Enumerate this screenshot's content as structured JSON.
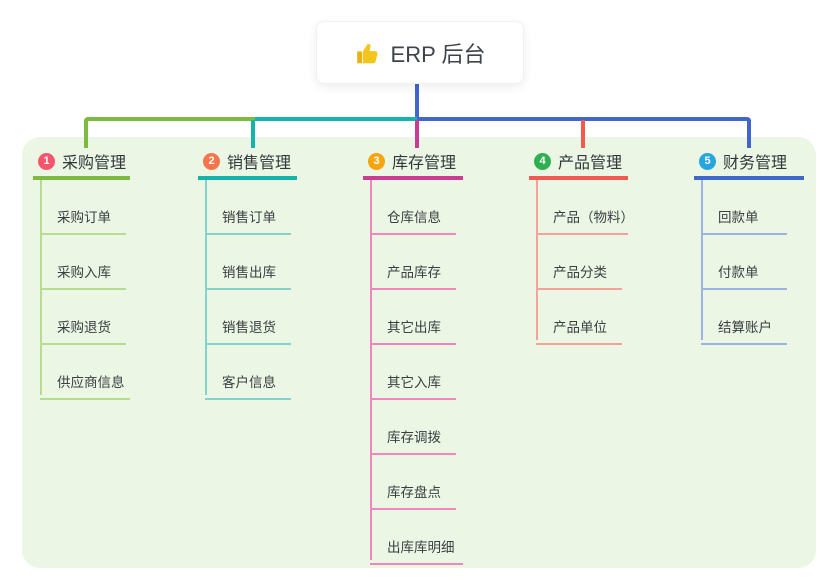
{
  "title": {
    "label": "ERP 后台",
    "icon": "thumbs-up-icon"
  },
  "branches": [
    {
      "badge": "1",
      "label": "采购管理",
      "line_color": "#7cbb3f",
      "child_line_color": "#b8dc8e",
      "badge_color": "#f5566d",
      "children": [
        "采购订单",
        "采购入库",
        "采购退货",
        "供应商信息"
      ]
    },
    {
      "badge": "2",
      "label": "销售管理",
      "line_color": "#14b3ac",
      "child_line_color": "#82d3cd",
      "badge_color": "#f5764d",
      "children": [
        "销售订单",
        "销售出库",
        "销售退货",
        "客户信息"
      ]
    },
    {
      "badge": "3",
      "label": "库存管理",
      "line_color": "#cb3b93",
      "child_line_color": "#ef86bf",
      "badge_color": "#f6a50f",
      "children": [
        "仓库信息",
        "产品库存",
        "其它出库",
        "其它入库",
        "库存调拨",
        "库存盘点",
        "出库库明细"
      ]
    },
    {
      "badge": "4",
      "label": "产品管理",
      "line_color": "#f2594f",
      "child_line_color": "#f8a09b",
      "badge_color": "#2fb050",
      "children": [
        "产品（物料）",
        "产品分类",
        "产品单位"
      ]
    },
    {
      "badge": "5",
      "label": "财务管理",
      "line_color": "#3e68cc",
      "child_line_color": "#9db3e6",
      "badge_color": "#27a5de",
      "children": [
        "回款单",
        "付款单",
        "结算账户"
      ]
    }
  ],
  "colors": {
    "panel_background": "#ebf6e4",
    "root_stem": "#4164cf",
    "text_primary": "#33373b",
    "text_child": "#3b3e42"
  }
}
